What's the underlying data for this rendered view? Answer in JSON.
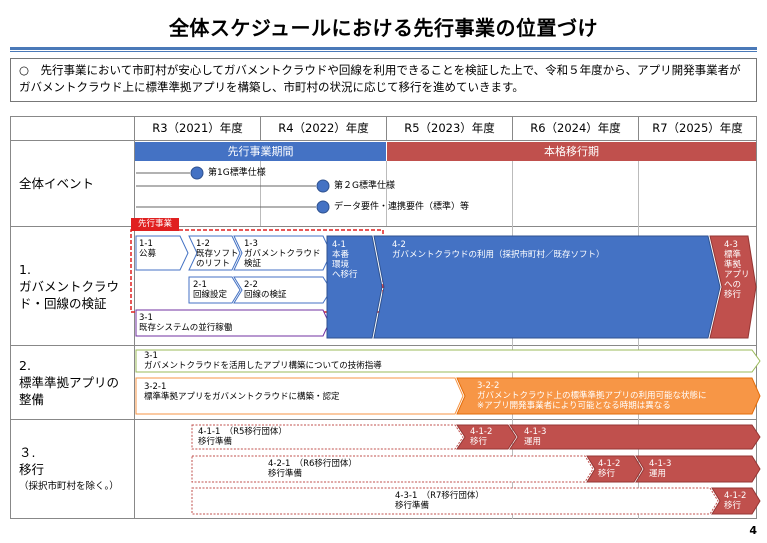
{
  "title": "全体スケジュールにおける先行事業の位置づけ",
  "note": "○　先行事業において市町村が安心してガバメントクラウドや回線を利用できることを検証した上で、令和５年度から、アプリ開発事業者がガバメントクラウド上に標準準拠アプリを構築し、市町村の状況に応じて移行を進めていきます。",
  "years": [
    "R3（2021）年度",
    "R4（2022）年度",
    "R5（2023）年度",
    "R6（2024）年度",
    "R7（2025）年度"
  ],
  "periods": {
    "pilot": "先行事業期間",
    "migration": "本格移行期"
  },
  "rows": {
    "events": "全体イベント",
    "r1_line1": "1.",
    "r1_line2": "ガバメントクラウ",
    "r1_line3": "ド・回線の検証",
    "r2_line1": "2.",
    "r2_line2": "標準準拠アプリの",
    "r2_line3": "整備",
    "r3_line1": "３.",
    "r3_line2": "移行",
    "r3_sub": "（採択市町村を除く。）"
  },
  "events": {
    "e1": "第1G標準仕様",
    "e2": "第２G標準仕様",
    "e3": "データ要件・連携要件（標準）等"
  },
  "pilot_tag": "先行事業",
  "tasks": {
    "t11a": "1-1",
    "t11b": "公募",
    "t12a": "1-2",
    "t12b": "既存ソフト",
    "t12c": "のリフト",
    "t13a": "1-3",
    "t13b": "ガバメントクラウド",
    "t13c": "検証",
    "t21a": "2-1",
    "t21b": "回線設定",
    "t22a": "2-2",
    "t22b": "回線の検証",
    "t31a": "3-1",
    "t31b": "既存システムの並行稼働",
    "t41a": "4-1",
    "t41b": "本番",
    "t41c": "環境",
    "t41d": "へ移行",
    "t42a": "4-2",
    "t42b": "ガバメントクラウドの利用（採択市町村／既存ソフト）",
    "t43a": "4-3",
    "t43b": "標準",
    "t43c": "準拠",
    "t43d": "アプリ",
    "t43e": "への",
    "t43f": "移行",
    "s31a": "3-1",
    "s31b": "ガバメントクラウドを活用したアプリ構築についての技術指導",
    "s321a": "3-2-1",
    "s321b": "標準準拠アプリをガバメントクラウドに構築・認定",
    "s322a": "3-2-2",
    "s322b": "ガバメントクラウド上の標準準拠アプリの利用可能な状態に",
    "s322c": "※アプリ開発事業者により可能となる時期は異なる",
    "m411a": "4-1-1　（R5移行団体）",
    "m411b": "移行準備",
    "m412a": "4-1-2",
    "m412b": "移行",
    "m413a": "4-1-3",
    "m413b": "運用",
    "m421a": "4-2-1　（R6移行団体）",
    "m421b": "移行準備",
    "m422a": "4-1-2",
    "m422b": "移行",
    "m423a": "4-1-3",
    "m423b": "運用",
    "m431a": "4-3-1　（R7移行団体）",
    "m431b": "移行準備",
    "m432a": "4-1-2",
    "m432b": "移行"
  },
  "page_number": "4",
  "colors": {
    "blue": "#4472c4",
    "red": "#c0504d",
    "orange": "#f79646",
    "green": "#9bbb59"
  }
}
